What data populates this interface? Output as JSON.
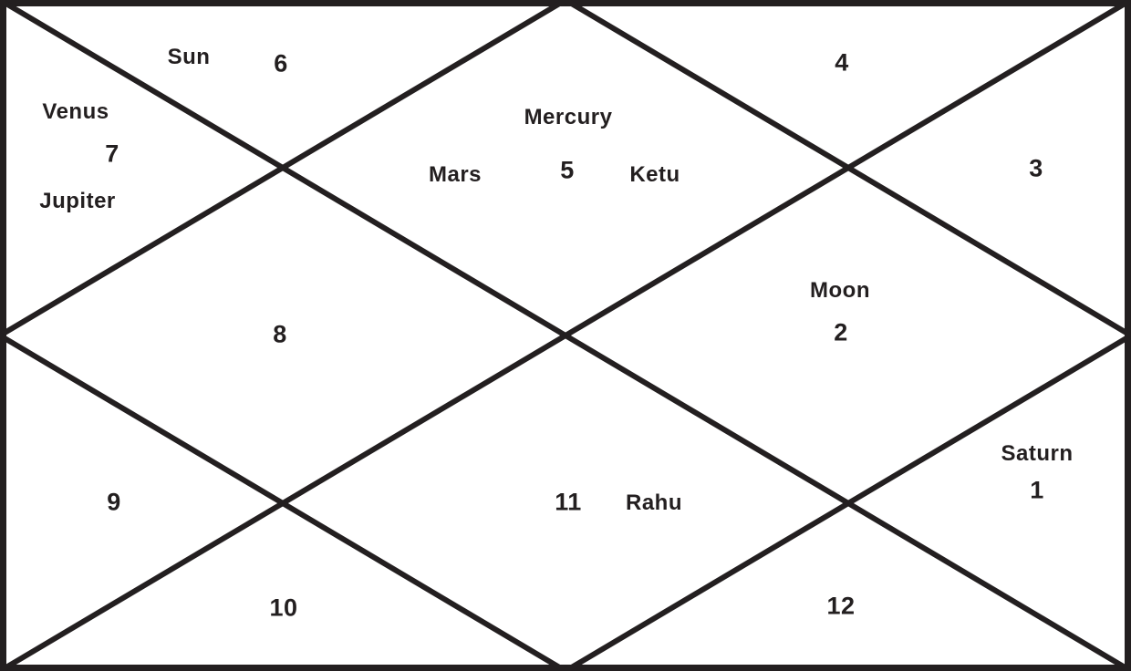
{
  "chart": {
    "style": "north-indian-kundali",
    "background_color": "#ffffff",
    "line_color": "#231f20",
    "text_color": "#231f20"
  },
  "houses": {
    "h1": {
      "number": "1",
      "planets": {
        "saturn": "Saturn"
      }
    },
    "h2": {
      "number": "2",
      "planets": {
        "moon": "Moon"
      }
    },
    "h3": {
      "number": "3",
      "planets": {}
    },
    "h4": {
      "number": "4",
      "planets": {}
    },
    "h5": {
      "number": "5",
      "planets": {
        "mercury": "Mercury",
        "mars": "Mars",
        "ketu": "Ketu"
      }
    },
    "h6": {
      "number": "6",
      "planets": {
        "sun": "Sun"
      }
    },
    "h7": {
      "number": "7",
      "planets": {
        "venus": "Venus",
        "jupiter": "Jupiter"
      }
    },
    "h8": {
      "number": "8",
      "planets": {}
    },
    "h9": {
      "number": "9",
      "planets": {}
    },
    "h10": {
      "number": "10",
      "planets": {}
    },
    "h11": {
      "number": "11",
      "planets": {
        "rahu": "Rahu"
      }
    },
    "h12": {
      "number": "12",
      "planets": {}
    }
  }
}
